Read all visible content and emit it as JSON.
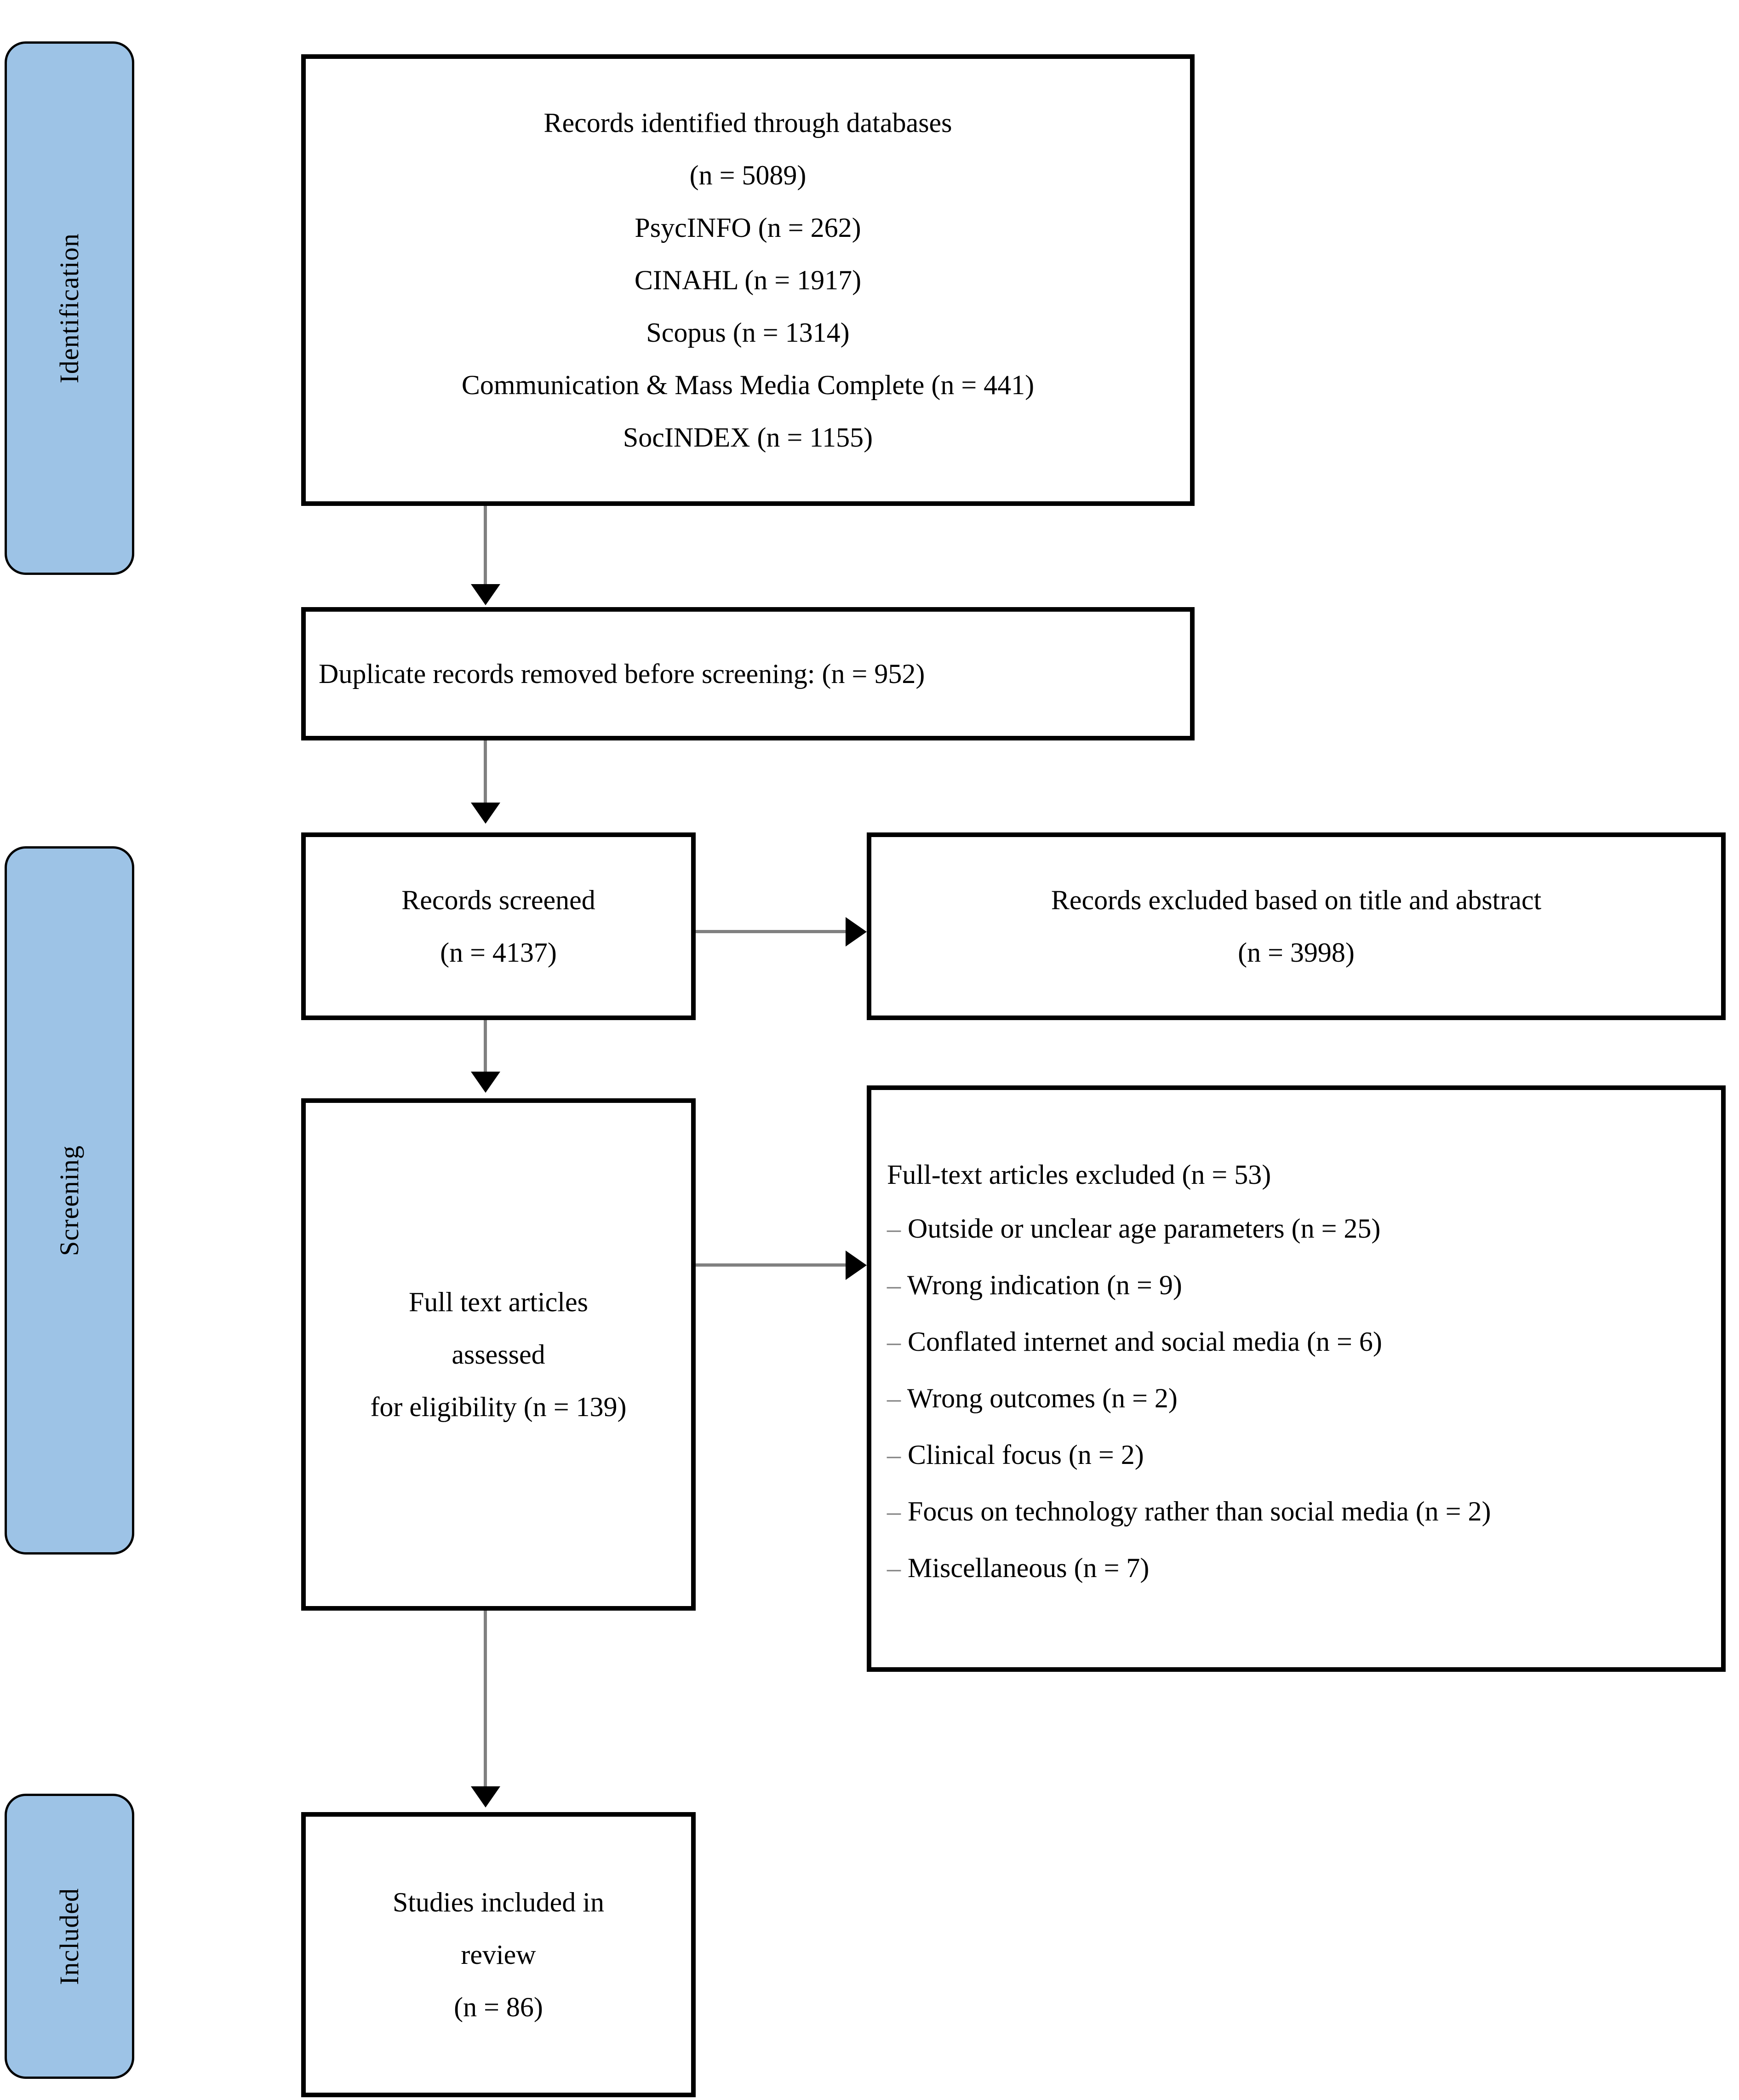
{
  "diagram": {
    "type": "prisma-flow-diagram",
    "accent_color": "#9DC3E6",
    "connector_color": "#808080",
    "box_border_color": "#000000"
  },
  "phases": [
    {
      "label": "Identification"
    },
    {
      "label": "Screening"
    },
    {
      "label": "Included"
    }
  ],
  "boxes": {
    "identified": {
      "lines": [
        "Records identified through databases",
        "(n = 5089)",
        "PsycINFO (n = 262)",
        "CINAHL (n = 1917)",
        "Scopus (n = 1314)",
        "Communication & Mass Media Complete (n = 441)",
        "SocINDEX (n = 1155)"
      ]
    },
    "duplicates": {
      "prefix": "Duplicate records removed ",
      "italic": "before screening",
      "suffix": ": (n = 952)"
    },
    "screened": {
      "lines": [
        "Records screened",
        "(n = 4137)"
      ]
    },
    "excluded_title_abstract": {
      "lines": [
        "Records excluded based on title and abstract",
        "(n = 3998)"
      ]
    },
    "full_text_assessed": {
      "lines": [
        "Full text articles",
        "assessed",
        "for eligibility (n = 139)"
      ]
    },
    "full_text_excluded": {
      "heading": "Full-text articles excluded (n = 53)",
      "reasons": [
        "Outside or unclear age parameters (n = 25)",
        "Wrong indication (n = 9)",
        "Conflated internet and social media (n = 6)",
        "Wrong outcomes (n = 2)",
        "Clinical focus (n = 2)",
        "Focus on technology rather than social media (n = 2)",
        "Miscellaneous (n = 7)"
      ],
      "bullet": "–"
    },
    "included": {
      "lines": [
        "Studies included in",
        "review",
        "(n = 86)"
      ]
    }
  }
}
